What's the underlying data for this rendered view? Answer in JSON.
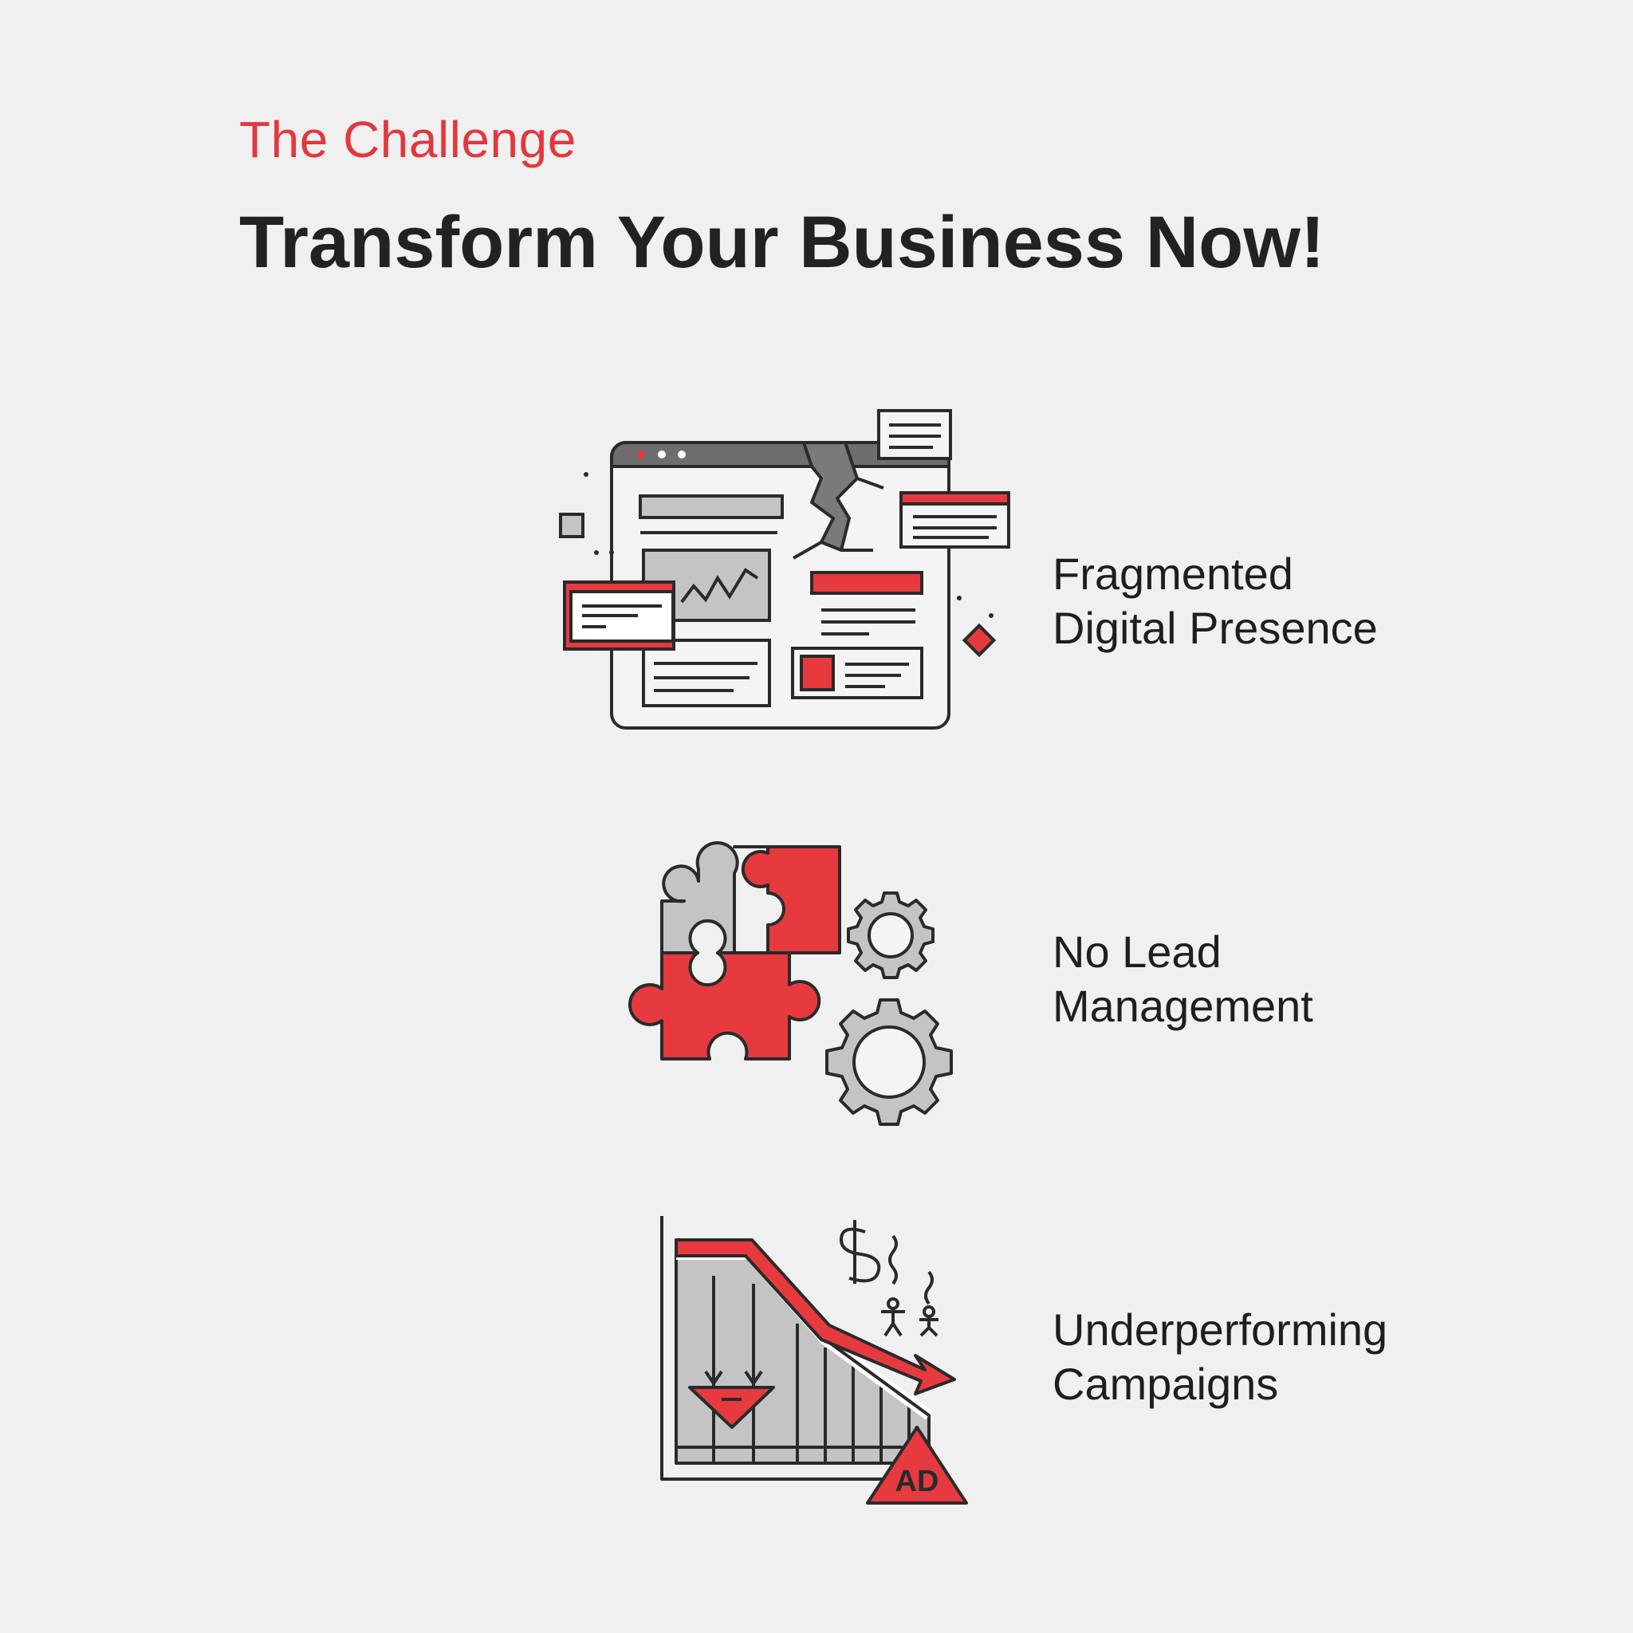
{
  "header": {
    "eyebrow": "The Challenge",
    "title": "Transform Your Business Now!"
  },
  "colors": {
    "accent": "#e63a3f",
    "dark": "#222222",
    "grey": "#8c8c8c",
    "light_grey": "#c4c4c4",
    "background": "#f0f0f0"
  },
  "challenges": [
    {
      "icon": "broken-website-icon",
      "line1": "Fragmented",
      "line2": "Digital Presence"
    },
    {
      "icon": "puzzle-gears-icon",
      "line1": "No Lead",
      "line2": "Management"
    },
    {
      "icon": "declining-chart-icon",
      "line1": "Underperforming",
      "line2": "Campaigns",
      "badge": "AD"
    }
  ]
}
